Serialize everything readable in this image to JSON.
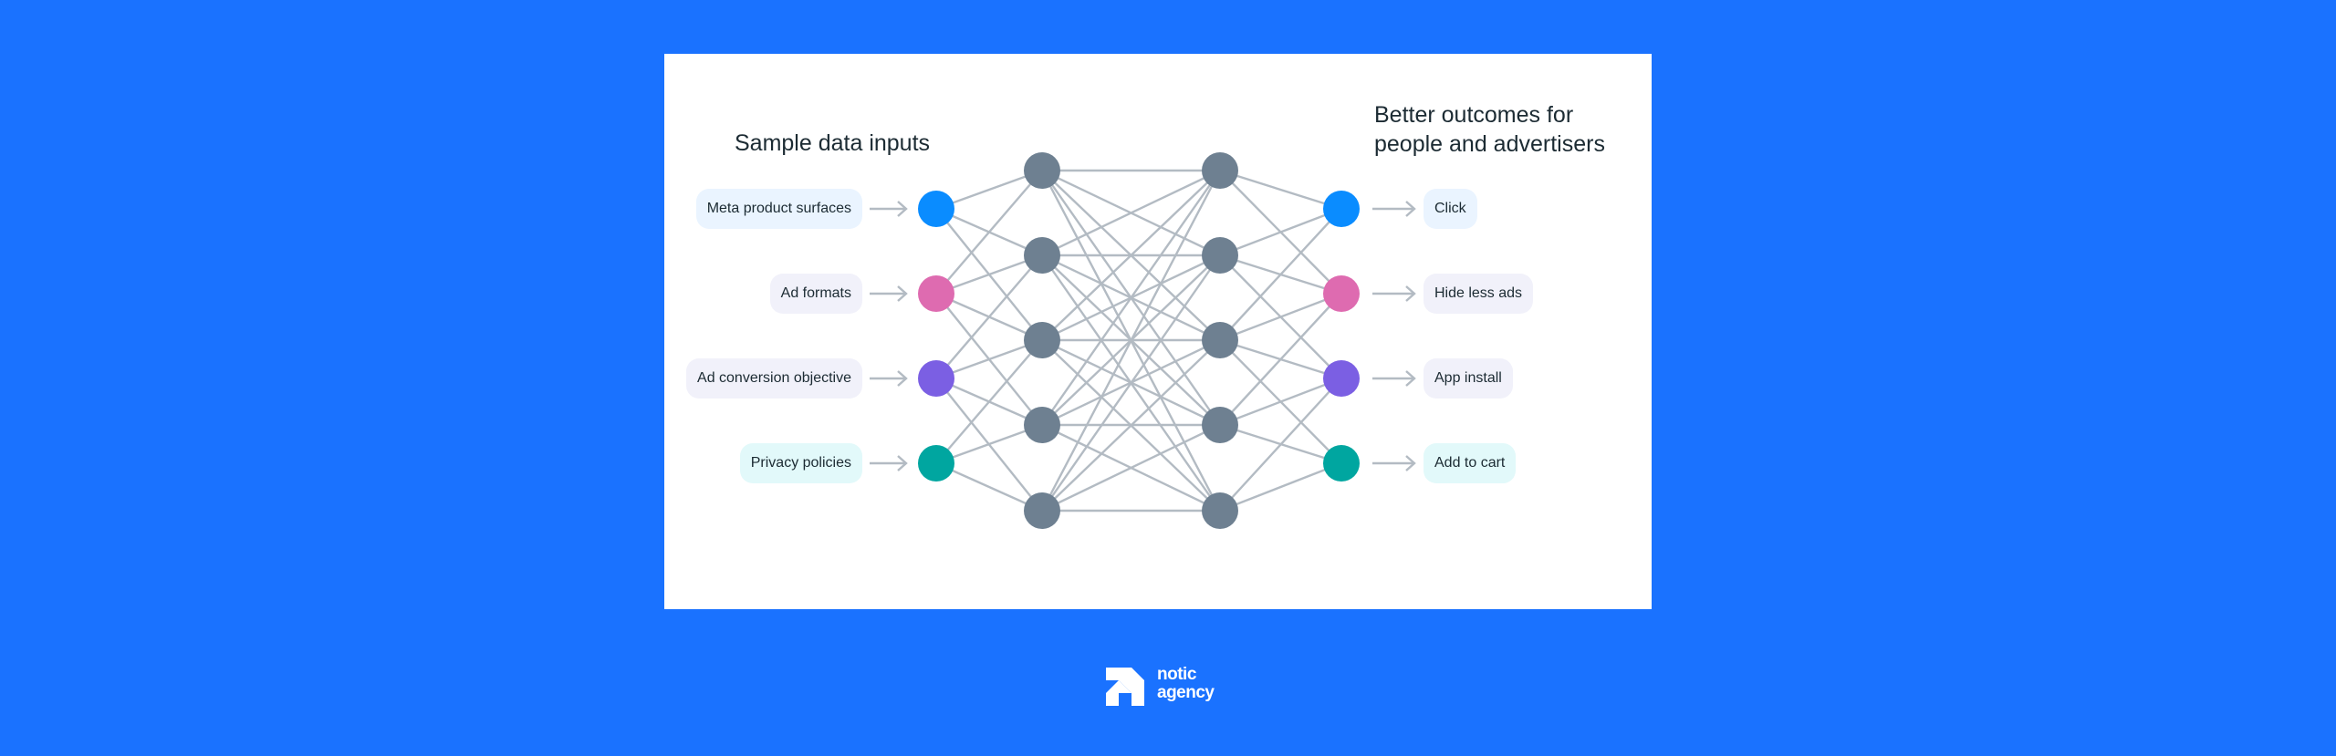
{
  "inputs_title": "Sample data inputs",
  "outputs_title_line1": "Better outcomes for",
  "outputs_title_line2": "people and advertisers",
  "inputs": [
    {
      "label": "Meta product surfaces",
      "color": "#0a8cff",
      "bg": "#eaf4ff"
    },
    {
      "label": "Ad formats",
      "color": "#de6bb0",
      "bg": "#f1f1fa"
    },
    {
      "label": "Ad conversion objective",
      "color": "#7b5fe3",
      "bg": "#f1f1fa"
    },
    {
      "label": "Privacy policies",
      "color": "#00a6a0",
      "bg": "#e2f9fa"
    }
  ],
  "outputs": [
    {
      "label": "Click",
      "color": "#0a8cff",
      "bg": "#eaf4ff"
    },
    {
      "label": "Hide less ads",
      "color": "#de6bb0",
      "bg": "#f1f1fa"
    },
    {
      "label": "App install",
      "color": "#7b5fe3",
      "bg": "#f1f1fa"
    },
    {
      "label": "Add to cart",
      "color": "#00a6a0",
      "bg": "#e2f9fa"
    }
  ],
  "hidden_layers": [
    5,
    5
  ],
  "colors": {
    "background": "#1a72ff",
    "hidden_node": "#6e8091",
    "edge": "#b3bbc3",
    "text": "#1c2b33"
  },
  "logo": {
    "line1": "notic",
    "line2": "agency"
  }
}
